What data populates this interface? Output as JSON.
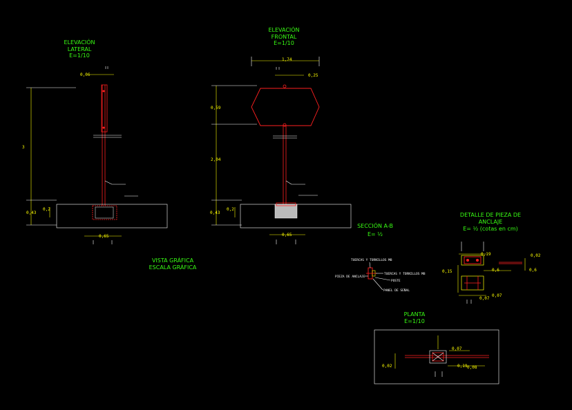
{
  "views": {
    "lateral": {
      "title": [
        "ELEVACIÓN",
        "LATERAL",
        "E=1/10"
      ]
    },
    "frontal": {
      "title": [
        "ELEVACIÓN",
        "FRONTAL",
        "E=1/10"
      ]
    },
    "seccion": {
      "title": [
        "SECCIÓN A-B",
        "E= ½"
      ]
    },
    "detalle": {
      "title": [
        "DETALLE DE PIEZA DE",
        "ANCLAJE",
        "E= ½ (cotas en cm)"
      ]
    },
    "planta": {
      "title": [
        "PLANTA",
        "E=1/10"
      ]
    },
    "vista": {
      "title": [
        "VISTA GRÁFICA",
        "ESCALA GRÁFICA"
      ]
    }
  },
  "dims": {
    "lat_top": "0,06",
    "lat_height": "3",
    "lat_base": "0,43",
    "lat_embed": "0,2",
    "lat_width": "0,65",
    "fr_width": "1,74",
    "fr_right": "0,25",
    "fr_panel": "0,59",
    "fr_post": "2,04",
    "fr_base": "0,43",
    "fr_embed": "0,2",
    "fr_width_base": "0,65",
    "det_a": "0,19",
    "det_b": "0,15",
    "det_c": "0,6",
    "det_d": "0,07",
    "det_e": "0,07",
    "det_f": "0,02",
    "det_g": "0,6",
    "pl_a": "0,07",
    "pl_b": "0,02",
    "pl_c": "0,19",
    "pl_d": "0,08"
  },
  "labels": {
    "tuercas1": "TUERCAS Y TORNILLOS M8",
    "tuercas2": "TUERCAS Y TORNILLOS M8",
    "pieza": "PIEZA DE ANCLAJE",
    "poste": "POSTE",
    "panel": "PANEL DE SEÑAL"
  },
  "colors": {
    "green": "#39ff14",
    "yellow": "#ffff00",
    "red": "#ff2020",
    "white": "#ffffff"
  }
}
